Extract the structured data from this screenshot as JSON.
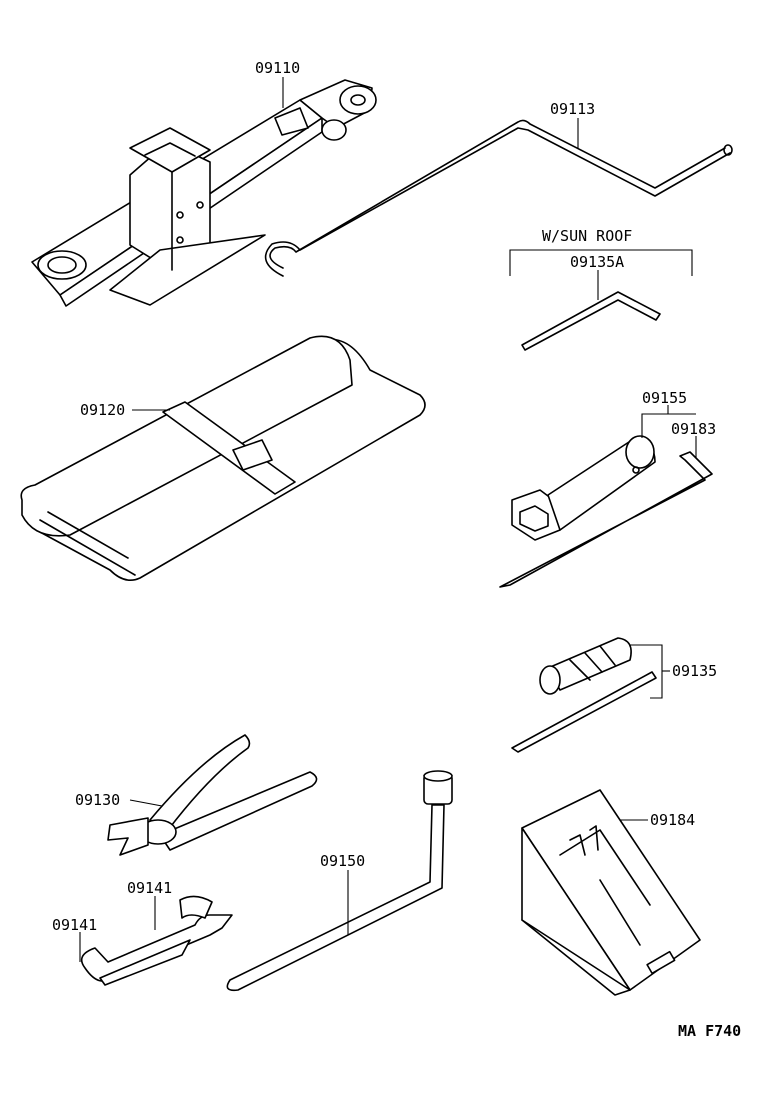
{
  "parts": {
    "jack": "09110",
    "jack_handle": "09113",
    "sunroof_group": "W/SUN ROOF",
    "sunroof_wrench": "09135A",
    "tool_bag": "09120",
    "plug_wrench": "09155",
    "plug_wrench_bar": "09183",
    "screwdriver": "09135",
    "pliers": "09130",
    "wrench_upper": "09141",
    "wrench_lower": "09141",
    "lug_wrench": "09150",
    "wheel_chock": "09184"
  },
  "figure_code": "MA F740"
}
